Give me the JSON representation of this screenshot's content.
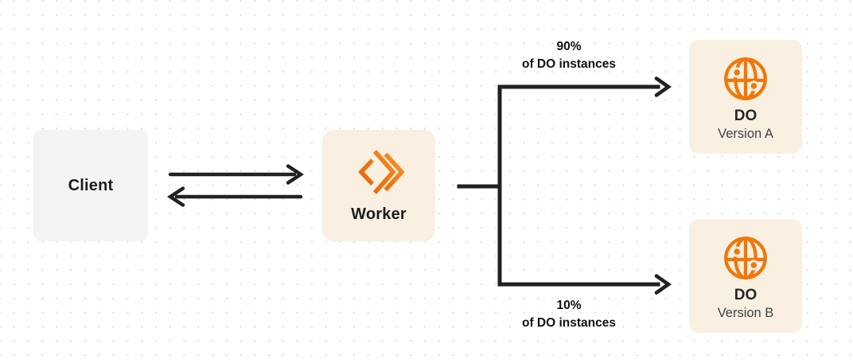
{
  "diagram": {
    "nodes": {
      "client": {
        "label": "Client"
      },
      "worker": {
        "label": "Worker",
        "icon": "cloudflare-workers-logo-icon"
      },
      "do_a": {
        "title": "DO",
        "subtitle": "Version A",
        "icon": "durable-object-globe-icon"
      },
      "do_b": {
        "title": "DO",
        "subtitle": "Version B",
        "icon": "durable-object-globe-icon"
      }
    },
    "edges": {
      "client_worker": {
        "type": "bidirectional-arrows"
      },
      "worker_split_do_a": {
        "label_line1": "90%",
        "label_line2": "of DO instances"
      },
      "worker_split_do_b": {
        "label_line1": "10%",
        "label_line2": "of DO instances"
      }
    },
    "colors": {
      "accent_orange": "#f0770b",
      "panel_cream": "#faf0e1",
      "panel_gray": "#f4f4f5",
      "arrow_dark": "#212124",
      "dot_grid": "#e5e5e8"
    }
  }
}
